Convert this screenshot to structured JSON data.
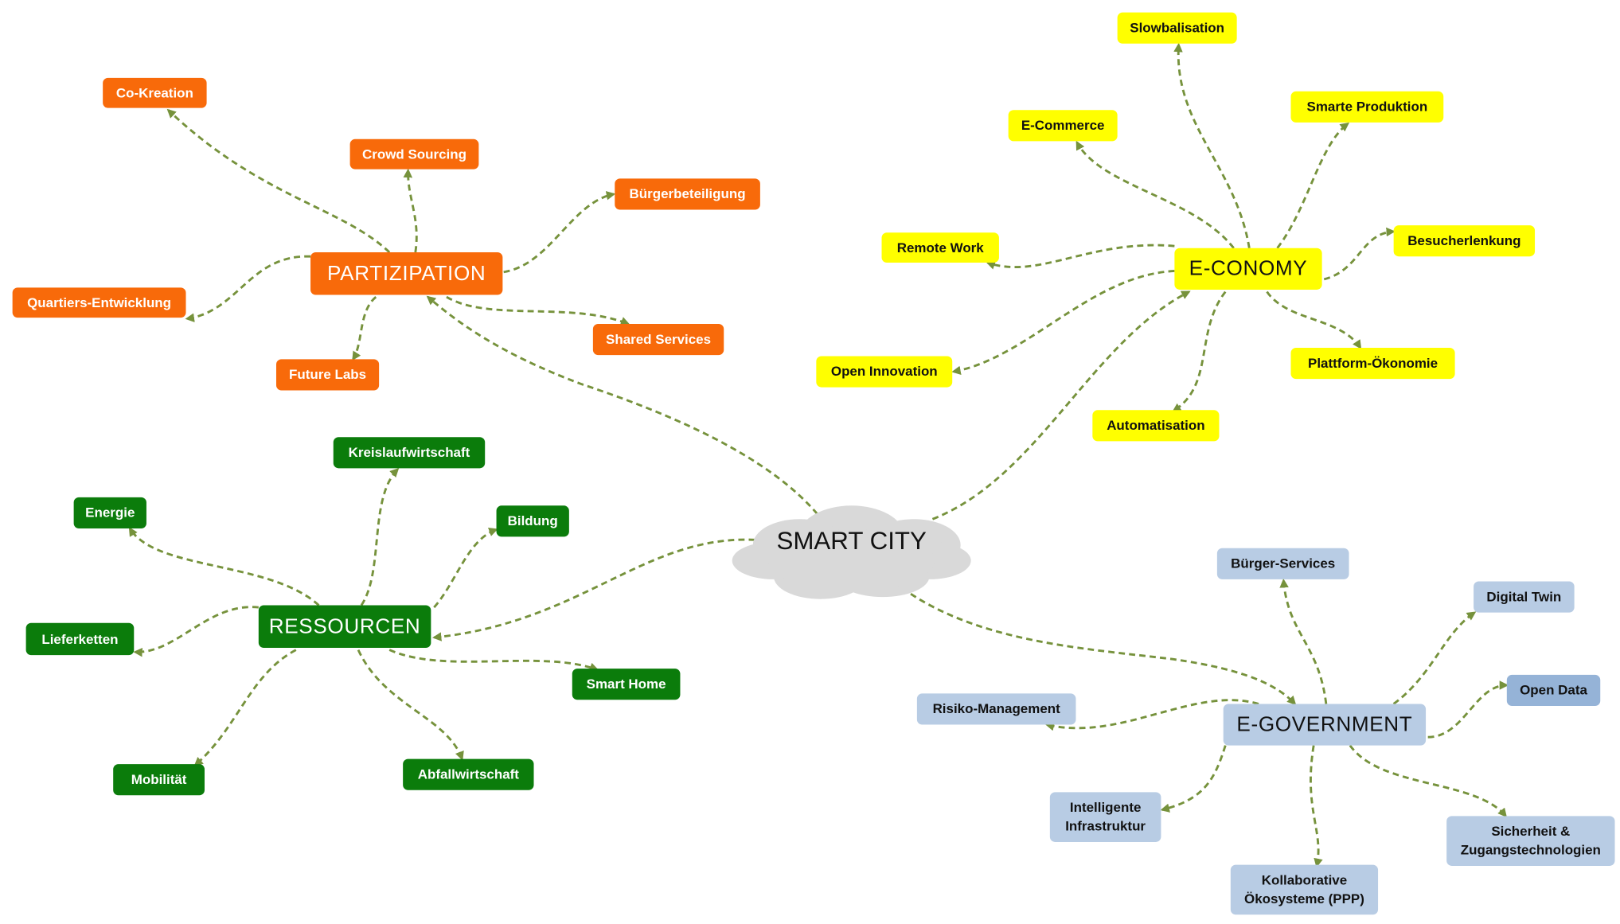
{
  "center": {
    "label": "SMART CITY",
    "color": "#d9d9d9"
  },
  "edge_color": "#76923c",
  "partizipation": {
    "label": "PARTIZIPATION",
    "color": "#f86a0a",
    "children": [
      "Co-Kreation",
      "Crowd Sourcing",
      "Bürgerbeteiligung",
      "Quartiers-Entwicklung",
      "Future Labs",
      "Shared Services"
    ]
  },
  "ressourcen": {
    "label": "RESSOURCEN",
    "color": "#0b7c0b",
    "children": [
      "Kreislaufwirtschaft",
      "Energie",
      "Bildung",
      "Lieferketten",
      "Smart Home",
      "Mobilität",
      "Abfallwirtschaft"
    ]
  },
  "economy": {
    "label": "E-CONOMY",
    "color": "#ffff00",
    "children": [
      "Slowbalisation",
      "E-Commerce",
      "Smarte Produktion",
      "Remote Work",
      "Besucherlenkung",
      "Open Innovation",
      "Plattform-Ökonomie",
      "Automatisation"
    ]
  },
  "egov": {
    "label": "E-GOVERNMENT",
    "color": "#b8cce4",
    "children": [
      "Bürger-Services",
      "Digital Twin",
      "Open Data",
      "Risiko-Management",
      "Intelligente Infrastruktur",
      "Kollaborative Ökosysteme (PPP)",
      "Sicherheit & Zugangstechnologien"
    ]
  }
}
